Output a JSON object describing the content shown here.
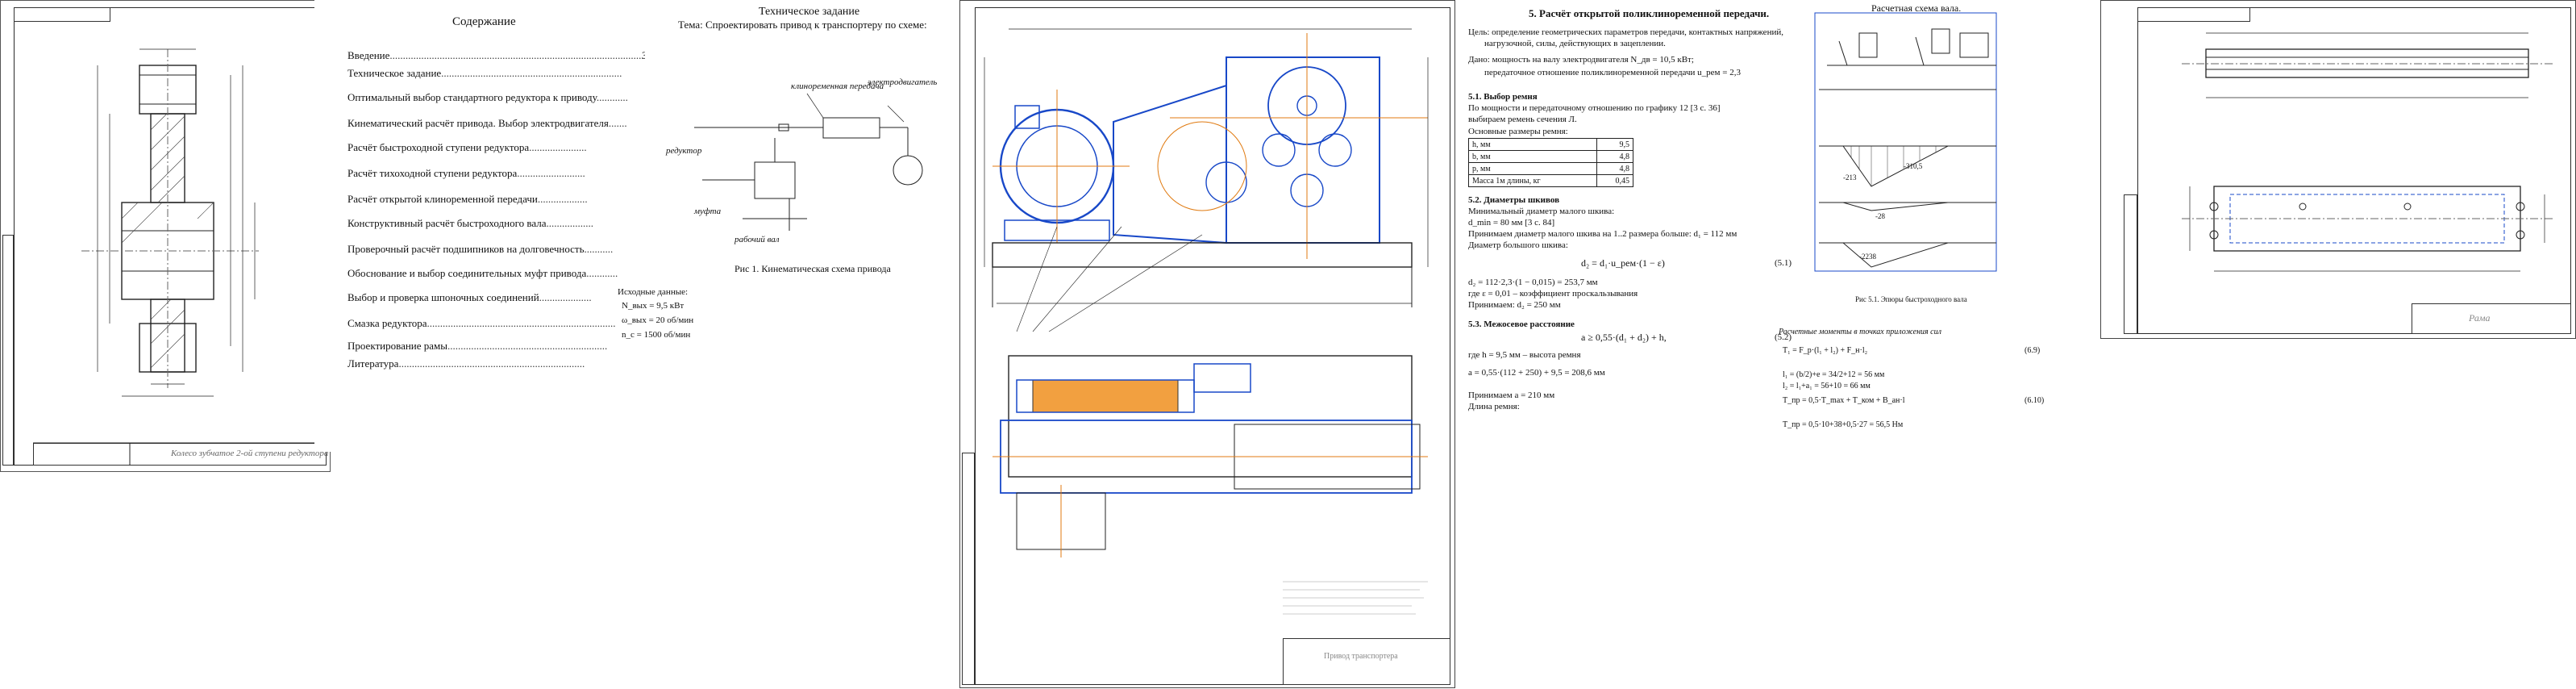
{
  "sheet1": {
    "title_block_label": "Колесо зубчатое 2-ой ступени редуктора"
  },
  "contents": {
    "title": "Содержание",
    "items": [
      {
        "label": "Введение",
        "page": "3"
      },
      {
        "label": "Техническое задание",
        "page": ""
      },
      {
        "label": "Оптимальный выбор стандартного редуктора к приводу",
        "page": ""
      },
      {
        "label": "Кинематический расчёт привода. Выбор электродвигателя",
        "page": ""
      },
      {
        "label": "Расчёт быстроходной ступени редуктора",
        "page": ""
      },
      {
        "label": "Расчёт тихоходной ступени редуктора",
        "page": ""
      },
      {
        "label": "Расчёт открытой клиноременной передачи",
        "page": ""
      },
      {
        "label": "Конструктивный расчёт быстроходного вала",
        "page": ""
      },
      {
        "label": "Проверочный расчёт подшипников на долговечность",
        "page": ""
      },
      {
        "label": "Обоснование и выбор соединительных муфт привода",
        "page": ""
      },
      {
        "label": "Выбор и проверка шпоночных соединений",
        "page": ""
      },
      {
        "label": "Смазка редуктора",
        "page": ""
      },
      {
        "label": "Проектирование рамы",
        "page": ""
      },
      {
        "label": "Литература",
        "page": ""
      }
    ]
  },
  "task": {
    "title": "Техническое задание",
    "subtitle": "Тема: Спроектировать привод к транспортеру по схеме:",
    "scheme_labels": {
      "belt": "клиноременная передача",
      "reducer_label": "редуктор",
      "coupling": "муфта",
      "motor": "электродвигатель",
      "drive": "рабочий вал"
    },
    "figure_caption": "Рис 1. Кинематическая схема привода",
    "input_title": "Исходные данные:",
    "input": [
      "N_вых = 9,5 кВт",
      "ω_вых = 20 об/мин",
      "n_с = 1500 об/мин"
    ]
  },
  "assembly": {
    "title_block_label": "Привод транспортера"
  },
  "calc": {
    "heading": "5. Расчёт открытой поликлиноременной передачи.",
    "intro": [
      "Цель: определение геометрических параметров передачи, контактных напряжений,",
      "нагрузочной, силы, действующих в зацеплении."
    ],
    "given": [
      "Дано: мощность на валу электродвигателя N_дв = 10,5 кВт;",
      "передаточное отношение поликлиноременной передачи u_рем = 2,3"
    ],
    "s51": "5.1. Выбор ремня",
    "s51_text": [
      "По мощности и передаточному отношению по графику 12 [3 с. 36]",
      "выбираем ремень сечения Л."
    ],
    "s51_params": "Основные размеры ремня:",
    "belt_table": [
      [
        "h, мм",
        "9,5"
      ],
      [
        "b, мм",
        "4,8"
      ],
      [
        "p, мм",
        "4,8"
      ],
      [
        "Масса 1м длины, кг",
        "0,45"
      ]
    ],
    "s52": "5.2. Диаметры шкивов",
    "s52_text": [
      "Минимальный диаметр малого шкива:",
      "d_min = 80 мм [3 с. 84]",
      "Принимаем диаметр малого шкива на 1..2 размера больше: d₁ = 112 мм",
      "Диаметр большого шкива:"
    ],
    "f51": "d₂ = d₁·u_рем·(1 − ε)",
    "f51_num": "(5.1)",
    "f51_calc": [
      "d₂ = 112·2,3·(1 − 0,015) = 253,7 мм",
      "где ε = 0,01 – коэффициент проскальзывания",
      "Принимаем: d₂ = 250 мм"
    ],
    "s53": "5.3. Межосевое расстояние",
    "f52": "a ≥ 0,55·(d₁ + d₂) + h,",
    "f52_num": "(5.2)",
    "f52_calc": [
      "где h = 9,5 мм – высота ремня",
      "a = 0,55·(112 + 250) + 9,5 = 208,6 мм",
      "Принимаем a = 210 мм",
      "Длина ремня:"
    ]
  },
  "shaft": {
    "title": "Расчетная схема вала.",
    "caption": "Рис 5.1. Эпюры быстроходного вала",
    "sub": "Расчетные моменты в точках приложения сил",
    "eq1": "T₁ = F_p·(l₁ + l₂) + F_н·l₂",
    "eq1_num": "(6.9)",
    "eq2": "l₁ = (b/2)+e = 34/2+12 = 56 мм",
    "eq3": "l₂ = l₁+a₁ = 56+10 = 66 мм",
    "eq4": "T_пр = 0,5·T_max + T_ком + B_ан·l",
    "eq4_num": "(6.10)",
    "eq5": "T_пр = 0,5·10+38+0,5·27 = 56,5 Нм",
    "diagram_labels": [
      "-213",
      "-310,5",
      "-28",
      "-2238"
    ]
  },
  "frame_sheet": {
    "title_block_label": "Рама"
  }
}
